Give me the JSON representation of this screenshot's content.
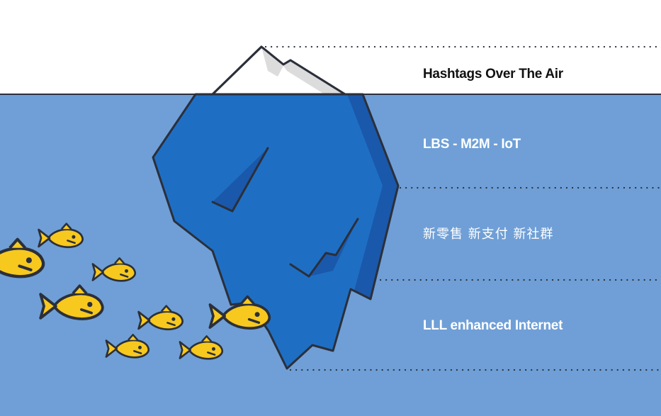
{
  "layers": [
    {
      "label": "Hashtags Over The Air"
    },
    {
      "label": "LBS - M2M - IoT"
    },
    {
      "label": "新零售 新支付  新社群"
    },
    {
      "label": "LLL enhanced Internet"
    }
  ],
  "colors": {
    "sky": "#ffffff",
    "water": "#6f9fd6",
    "ice_underwater": "#1e6fc4",
    "ice_shadow": "#1a58ab",
    "ice_top": "#ffffff",
    "ice_top_shadow": "#dcdcdc",
    "outline": "#2b2f3a",
    "fish": "#f7c81e"
  },
  "icons": [
    "iceberg",
    "fish-school"
  ]
}
